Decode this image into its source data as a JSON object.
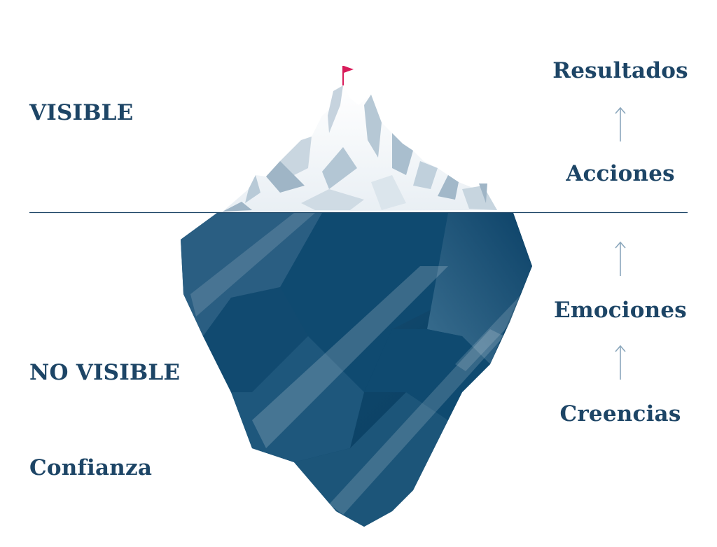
{
  "left_labels": {
    "visible": "VISIBLE",
    "not_visible": "NO VISIBLE",
    "trust": "Confianza"
  },
  "right_labels": {
    "results": "Resultados",
    "actions": "Acciones",
    "emotions": "Emociones",
    "beliefs": "Creencias"
  },
  "colors": {
    "text": "#1d4566",
    "water_line": "#1d4566",
    "flag": "#d81b5a",
    "ice_dark": "#0c4268",
    "ice_mid": "#2f6688",
    "ice_light": "#d7e2ea",
    "arrow": "#8ba7bc"
  },
  "icons": [
    "flag-icon",
    "arrow-up-icon"
  ]
}
